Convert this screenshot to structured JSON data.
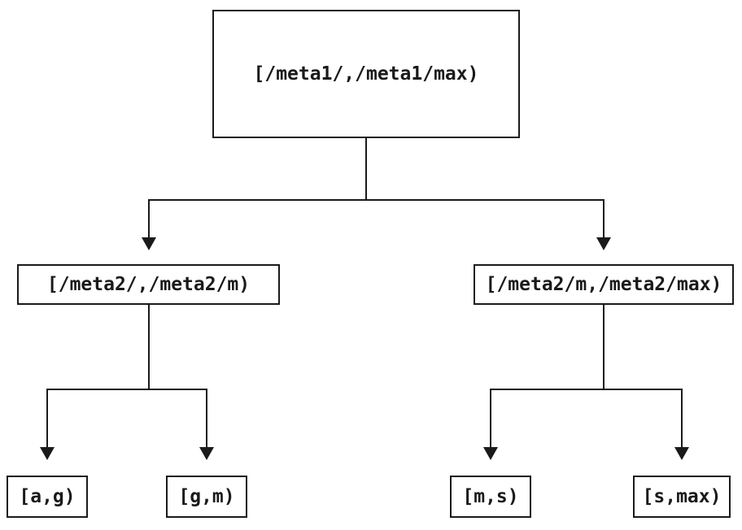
{
  "diagram": {
    "type": "tree",
    "background_color": "#ffffff",
    "line_color": "#1a1a1a",
    "text_color": "#1a1a1a",
    "nodes": {
      "root": {
        "label": "[/meta1/,/meta1/max)"
      },
      "meta2_low": {
        "label": "[/meta2/,/meta2/m)"
      },
      "meta2_high": {
        "label": "[/meta2/m,/meta2/max)"
      },
      "leaf_ag": {
        "label": "[a,g)"
      },
      "leaf_gm": {
        "label": "[g,m)"
      },
      "leaf_ms": {
        "label": "[m,s)"
      },
      "leaf_smax": {
        "label": "[s,max)"
      }
    },
    "edges": [
      {
        "from": "root",
        "to": "meta2_low"
      },
      {
        "from": "root",
        "to": "meta2_high"
      },
      {
        "from": "meta2_low",
        "to": "leaf_ag"
      },
      {
        "from": "meta2_low",
        "to": "leaf_gm"
      },
      {
        "from": "meta2_high",
        "to": "leaf_ms"
      },
      {
        "from": "meta2_high",
        "to": "leaf_smax"
      }
    ]
  }
}
